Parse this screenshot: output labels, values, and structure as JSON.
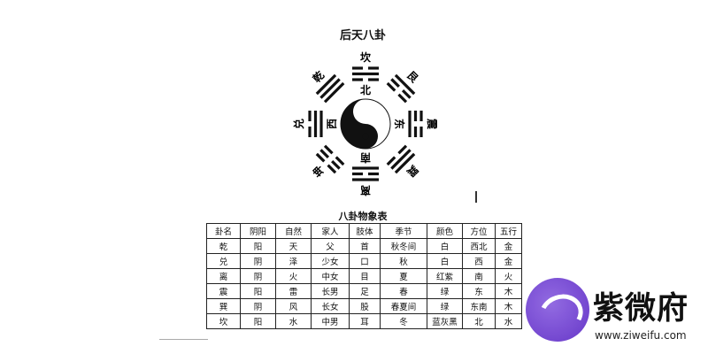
{
  "diagram": {
    "title": "后天八卦",
    "trigrams": [
      {
        "name": "坎",
        "direction": "北",
        "angle": 0,
        "lines": [
          0,
          1,
          0
        ]
      },
      {
        "name": "艮",
        "direction": "",
        "angle": 45,
        "lines": [
          0,
          0,
          1
        ]
      },
      {
        "name": "震",
        "direction": "东",
        "angle": 90,
        "lines": [
          1,
          0,
          0
        ]
      },
      {
        "name": "巽",
        "direction": "",
        "angle": 135,
        "lines": [
          0,
          1,
          1
        ]
      },
      {
        "name": "离",
        "direction": "南",
        "angle": 180,
        "lines": [
          1,
          0,
          1
        ]
      },
      {
        "name": "坤",
        "direction": "",
        "angle": 225,
        "lines": [
          0,
          0,
          0
        ]
      },
      {
        "name": "兑",
        "direction": "西",
        "angle": 270,
        "lines": [
          1,
          1,
          0
        ]
      },
      {
        "name": "乾",
        "direction": "",
        "angle": 315,
        "lines": [
          1,
          1,
          1
        ]
      }
    ]
  },
  "table": {
    "title": "八卦物象表",
    "headers": [
      "卦名",
      "阴阳",
      "自然",
      "家人",
      "肢体",
      "季节",
      "颜色",
      "方位",
      "五行"
    ],
    "rows": [
      [
        "乾",
        "阳",
        "天",
        "父",
        "首",
        "秋冬间",
        "白",
        "西北",
        "金"
      ],
      [
        "兑",
        "阴",
        "泽",
        "少女",
        "口",
        "秋",
        "白",
        "西",
        "金"
      ],
      [
        "离",
        "阴",
        "火",
        "中女",
        "目",
        "夏",
        "红紫",
        "南",
        "火"
      ],
      [
        "震",
        "阳",
        "雷",
        "长男",
        "足",
        "春",
        "绿",
        "东",
        "木"
      ],
      [
        "巽",
        "阴",
        "风",
        "长女",
        "股",
        "春夏间",
        "绿",
        "东南",
        "木"
      ],
      [
        "坎",
        "阳",
        "水",
        "中男",
        "耳",
        "冬",
        "蓝灰黑",
        "北",
        "水"
      ]
    ]
  },
  "watermark": {
    "name": "紫微府",
    "url": "www.ziweifu.com",
    "color": "#6a3ad0"
  }
}
